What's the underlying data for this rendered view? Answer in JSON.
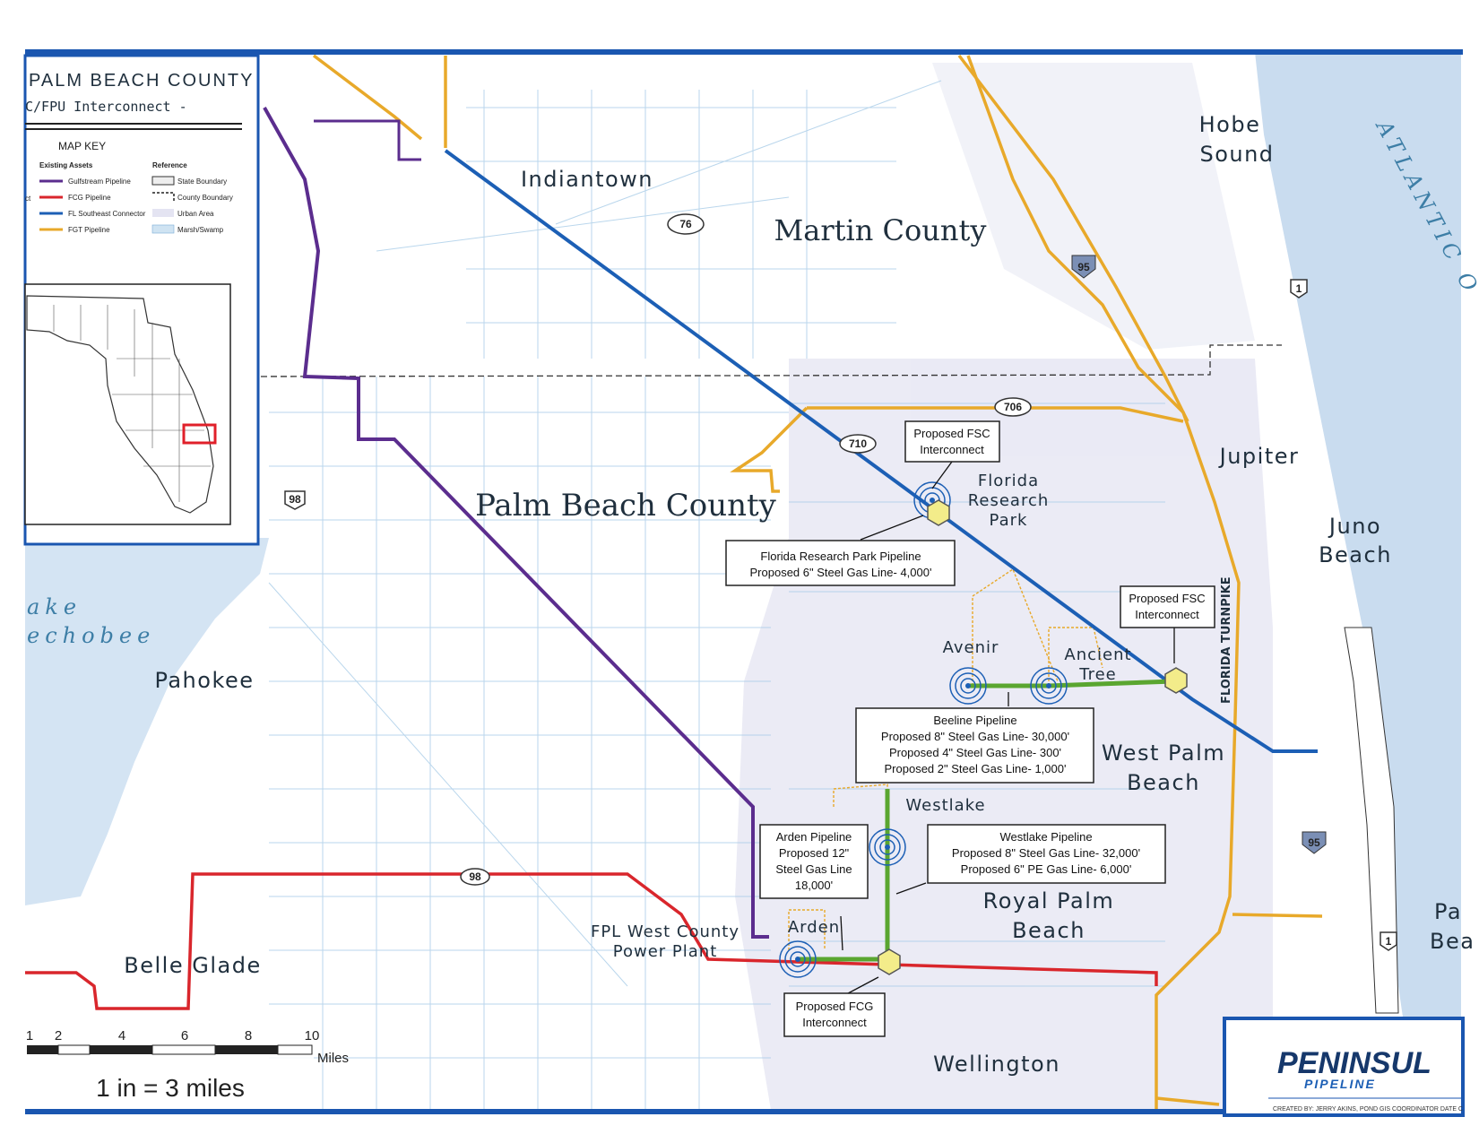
{
  "title": "PALM BEACH COUNTY",
  "subtitle": "C/FPU Interconnect -",
  "map_key": {
    "heading": "MAP KEY",
    "existing_heading": "Existing Assets",
    "reference_heading": "Reference",
    "existing": [
      {
        "label": "Gulfstream Pipeline",
        "color": "#5b2d8e"
      },
      {
        "label": "FCG Pipeline",
        "color": "#d9262c"
      },
      {
        "label": "FL Southeast Connector",
        "color": "#1c5fb5"
      },
      {
        "label": "FGT Pipeline",
        "color": "#e8a92a"
      }
    ],
    "reference": [
      {
        "label": "State Boundary"
      },
      {
        "label": "County Boundary"
      },
      {
        "label": "Urban Area"
      },
      {
        "label": "Marsh/Swamp"
      }
    ],
    "stray_text": "ct"
  },
  "places": {
    "indiantown": "Indiantown",
    "martin_county": "Martin County",
    "palm_beach_county": "Palm Beach County",
    "hobe": "Hobe",
    "sound": "Sound",
    "atlantic": "ATLANTIC O",
    "jupiter": "Jupiter",
    "juno": "Juno",
    "beach_juno": "Beach",
    "florida_research": "Florida",
    "research": "Research",
    "park": "Park",
    "lake1": "ake",
    "lake2": "echobee",
    "pahokee": "Pahokee",
    "avenir": "Avenir",
    "ancient": "Ancient",
    "tree": "Tree",
    "west_palm": "West Palm",
    "beach_wpb": "Beach",
    "westlake": "Westlake",
    "royal_palm": "Royal Palm",
    "beach_rpb": "Beach",
    "arden": "Arden",
    "fpl1": "FPL West County",
    "fpl2": "Power Plant",
    "belle_glade": "Belle Glade",
    "wellington": "Wellington",
    "pa": "Pa",
    "bea": "Bea",
    "turnpike": "FLORIDA TURNPIKE"
  },
  "shields": {
    "r76": "76",
    "r95a": "95",
    "r1a": "1",
    "r706": "706",
    "r710": "710",
    "r98a": "98",
    "r98b": "98",
    "r95b": "95",
    "r1b": "1"
  },
  "callouts": {
    "fsc1": [
      "Proposed FSC",
      "Interconnect"
    ],
    "frp": [
      "Florida Research Park Pipeline",
      "Proposed 6\" Steel Gas Line- 4,000'"
    ],
    "fsc2": [
      "Proposed FSC",
      "Interconnect"
    ],
    "beeline": [
      "Beeline Pipeline",
      "Proposed 8\" Steel Gas Line- 30,000'",
      "Proposed 4\" Steel Gas Line- 300'",
      "Proposed 2\" Steel Gas Line- 1,000'"
    ],
    "westlake": [
      "Westlake Pipeline",
      "Proposed 8\" Steel Gas Line- 32,000'",
      "Proposed 6\" PE Gas Line- 6,000'"
    ],
    "arden": [
      "Arden Pipeline",
      "Proposed 12\"",
      "Steel Gas Line",
      "18,000'"
    ],
    "fcg": [
      "Proposed FCG",
      "Interconnect"
    ]
  },
  "scale": {
    "ticks": [
      "1",
      "2",
      "4",
      "6",
      "8",
      "10"
    ],
    "unit": "Miles",
    "ratio": "1 in = 3 miles"
  },
  "logo": {
    "name": "PENINSUL",
    "sub": "PIPELINE",
    "credit": "CREATED BY: JERRY AKINS, POND GIS COORDINATOR     DATE C"
  },
  "colors": {
    "gulfstream": "#5b2d8e",
    "fcg": "#d9262c",
    "southeast": "#1c5fb5",
    "fgt": "#e8a92a",
    "proposed": "#5aa630",
    "border": "#1a56b0",
    "water": "#c9dcef",
    "urban": "#e4e4f2"
  }
}
